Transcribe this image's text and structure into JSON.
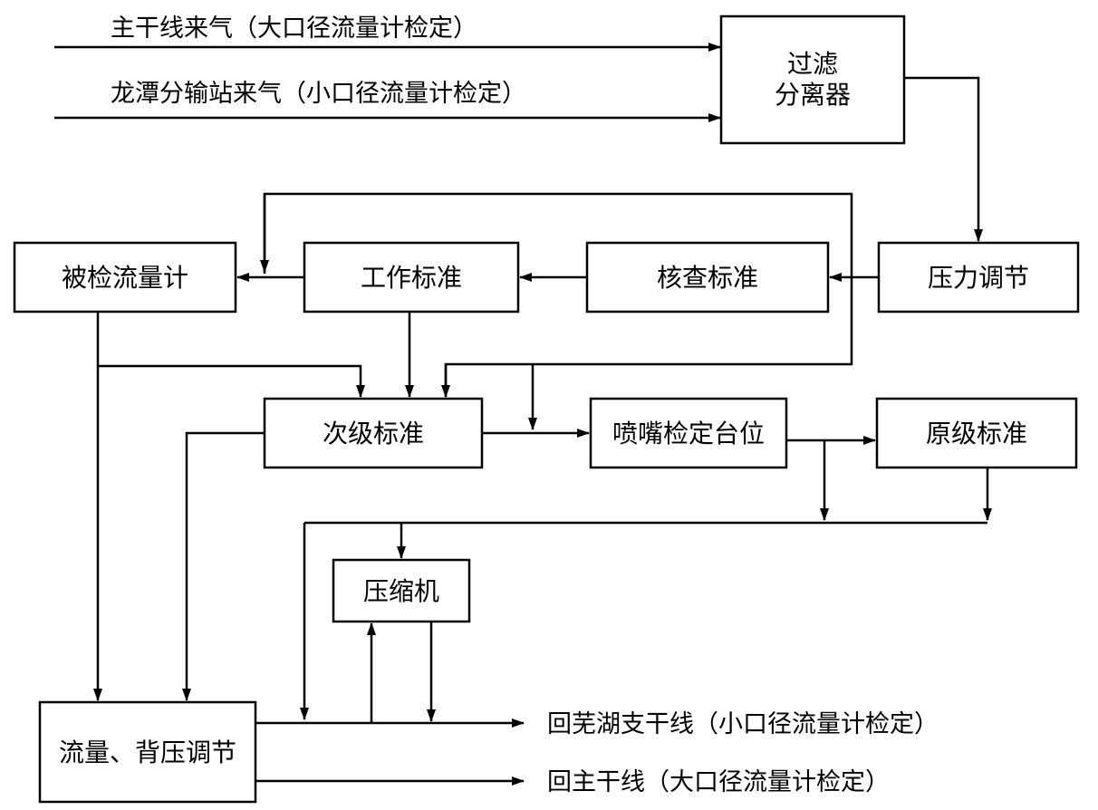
{
  "inputs": {
    "main_trunk_gas": "主干线来气（大口径流量计检定）",
    "longtan_station_gas": "龙潭分输站来气（小口径流量计检定）"
  },
  "boxes": {
    "filter_separator_line1": "过滤",
    "filter_separator_line2": "分离器",
    "pressure_regulation": "压力调节",
    "check_standard": "核查标准",
    "working_standard": "工作标准",
    "meter_under_test": "被检流量计",
    "secondary_standard": "次级标准",
    "nozzle_station": "喷嘴检定台位",
    "primary_standard": "原级标准",
    "compressor": "压缩机",
    "flow_backpressure_regulation": "流量、背压调节"
  },
  "outputs": {
    "return_wuhu_branch": "回芜湖支干线（小口径流量计检定）",
    "return_main_trunk": "回主干线（大口径流量计检定）"
  },
  "colors": {
    "line": "#000000",
    "background": "#ffffff"
  }
}
